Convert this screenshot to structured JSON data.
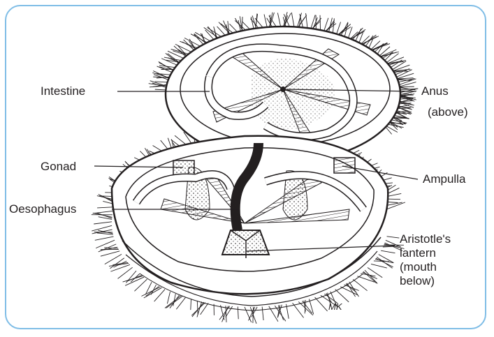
{
  "labels": {
    "intestine": "Intestine",
    "anus": "Anus",
    "anus_note": "(above)",
    "gonad": "Gonad",
    "ampulla": "Ampulla",
    "oesophagus": "Oesophagus",
    "lantern_1": "Aristotle's",
    "lantern_2": "lantern",
    "lantern_3": "(mouth",
    "lantern_4": "below)"
  },
  "signature": "MK",
  "colors": {
    "frame": "#7fbde6",
    "ink": "#231f20"
  }
}
